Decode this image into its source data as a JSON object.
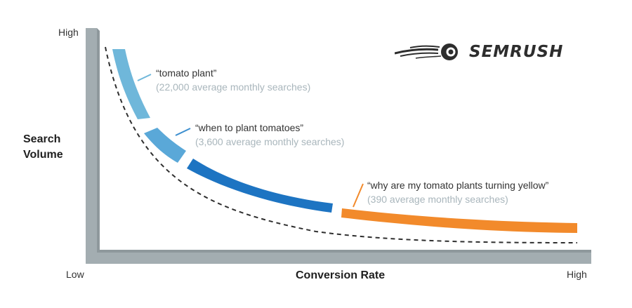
{
  "brand": {
    "name": "SEMRUSH"
  },
  "axes": {
    "y_title": "Search\nVolume",
    "y_high": "High",
    "x_title": "Conversion Rate",
    "x_low": "Low",
    "x_high": "High"
  },
  "keywords": [
    {
      "query": "“tomato plant”",
      "searches": "(22,000 average monthly searches)",
      "color": "#6fb7da"
    },
    {
      "query": "“when to plant tomatoes”",
      "searches": "(3,600 average monthly searches)",
      "color": "#3d8fcf"
    },
    {
      "query": "“why are my tomato plants turning yellow”",
      "searches": "(390 average monthly searches)",
      "color": "#f28a2b"
    }
  ],
  "colors": {
    "axis": "#a3adb1",
    "curve": "#2f2f2f",
    "accent_dark_blue": "#1d74c2"
  }
}
